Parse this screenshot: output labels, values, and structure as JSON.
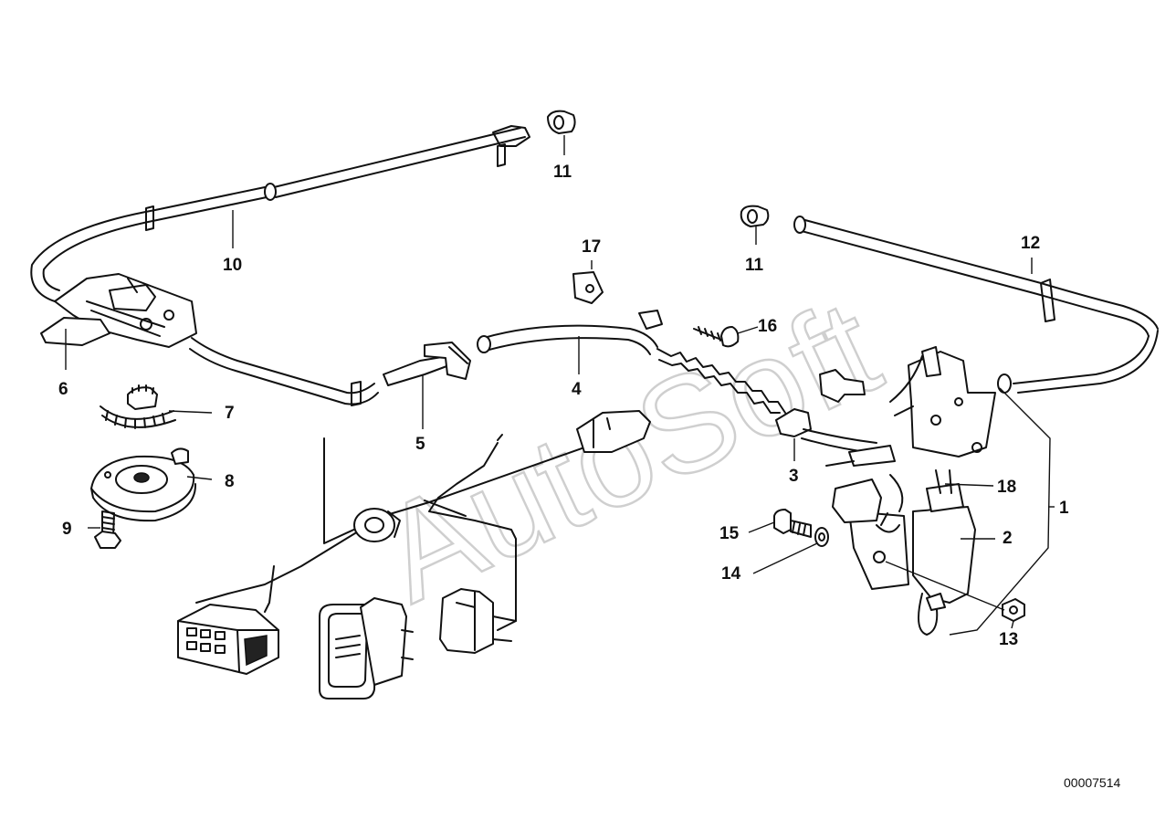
{
  "watermark": "AutoSoft",
  "catalog_number": "00007514",
  "callouts": {
    "c1": "1",
    "c2": "2",
    "c3": "3",
    "c4": "4",
    "c5": "5",
    "c6": "6",
    "c7": "7",
    "c8": "8",
    "c9": "9",
    "c10": "10",
    "c11a": "11",
    "c11b": "11",
    "c12": "12",
    "c13": "13",
    "c14": "14",
    "c15": "15",
    "c16": "16",
    "c17": "17",
    "c18": "18"
  }
}
